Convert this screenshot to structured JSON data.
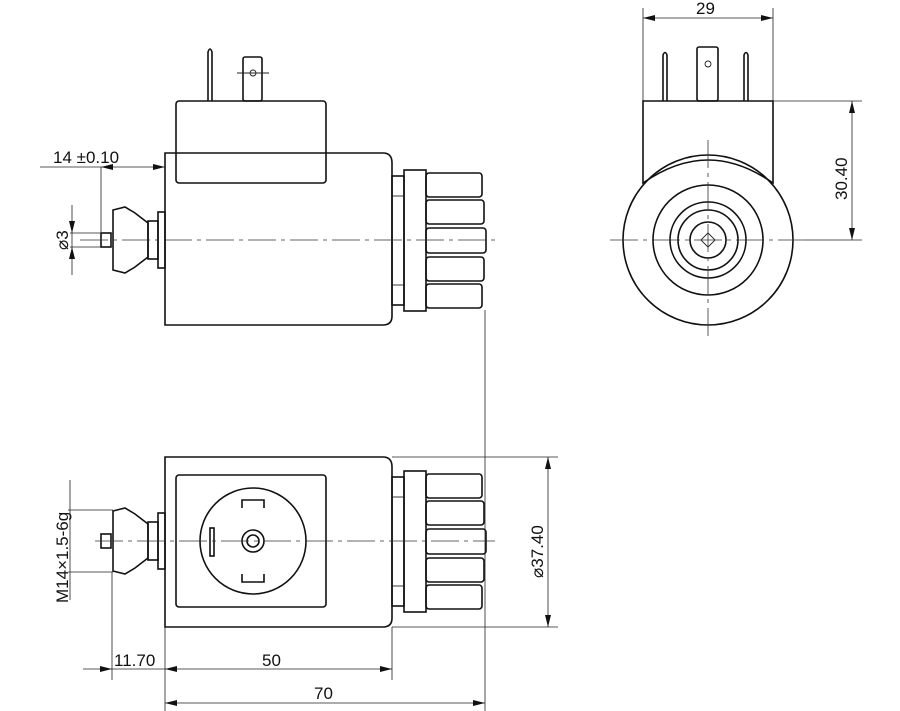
{
  "drawing": {
    "title": "Solenoid coil technical drawing",
    "dimensions": {
      "stroke_offset": "14 ±0.10",
      "rod_diameter": "3",
      "width_top": "29",
      "height_right": "30.40",
      "thread": "M14×1.5-6g",
      "diameter_nut": "37.40",
      "offset_left": "11.70",
      "body_length": "50",
      "overall_length": "70"
    },
    "symbols": {
      "diameter": "⌀"
    }
  }
}
